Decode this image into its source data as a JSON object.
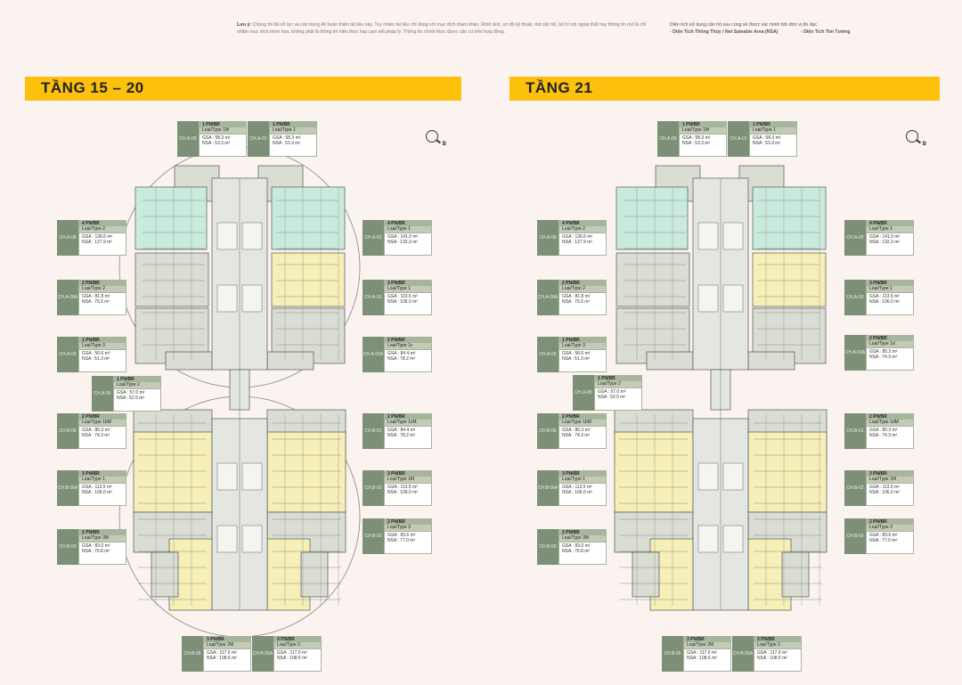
{
  "note": {
    "label": "Lưu ý:",
    "text": "Chúng tôi đã nỗ lực và cẩn trọng để hoàn thiện tài liệu này. Tuy nhiên tài liệu chỉ dùng với mục đích tham khảo. Minh ảnh, sơ đồ kỹ thuật, mã căn hộ, bố trí nội ngoại thất hay thông tin mô tả chỉ nhằm mục đích minh họa, không phải là thông tin hiển thực hay cam kết pháp lý. Thông tin chính thức được căn cứ trên hợp đồng."
  },
  "area_note": {
    "line1": "Diện tích sử dụng căn hộ sau cùng sẽ được xác minh bởi đơn vị đo đạc.",
    "line2": "- Diện Tích Thông Thủy / Net Saleable Area (NSA)",
    "line3": "- Diện Tích Tim Tường"
  },
  "left_floor": {
    "title": "TẦNG 15 – 20",
    "compass_label": "B",
    "cards": [
      {
        "code": "CH.A-09",
        "br": "1 PN/BR",
        "type": "Loại/Type 1M",
        "gsa": "GSA : 58.3 m²",
        "nsa": "NSA : 53.3 m²"
      },
      {
        "code": "CH.A-01",
        "br": "1 PN/BR",
        "type": "Loại/Type 1",
        "gsa": "GSA : 58.3 m²",
        "nsa": "NSA : 53.3 m²"
      },
      {
        "code": "CH.A-08",
        "br": "4 PN/BR",
        "type": "Loại/Type 2",
        "gsa": "GSA : 136.6 m²",
        "nsa": "NSA : 127.9 m²"
      },
      {
        "code": "CH.A-02",
        "br": "4 PN/BR",
        "type": "Loại/Type 1",
        "gsa": "GSA : 141.0 m²",
        "nsa": "NSA : 132.3 m²"
      },
      {
        "code": "CH.A-08A",
        "br": "2 PN/BR",
        "type": "Loại/Type 2",
        "gsa": "GSA : 81.8 m²",
        "nsa": "NSA : 75.5 m²"
      },
      {
        "code": "CH.A-03",
        "br": "3 PN/BR",
        "type": "Loại/Type 1",
        "gsa": "GSA : 113.5 m²",
        "nsa": "NSA : 106.0 m²"
      },
      {
        "code": "CH.A-06",
        "br": "1 PN/BR",
        "type": "Loại/Type 3",
        "gsa": "GSA : 56.6 m²",
        "nsa": "NSA : 51.3 m²"
      },
      {
        "code": "CH.A-03A",
        "br": "2 PN/BR",
        "type": "Loại/Type 1c",
        "gsa": "GSA : 84.4 m²",
        "nsa": "NSA : 78.2 m²"
      },
      {
        "code": "CH.A-05",
        "br": "1 PN/BR",
        "type": "Loại/Type 2",
        "gsa": "GSA : 57.0 m²",
        "nsa": "NSA : 52.5 m²"
      },
      {
        "code": "CH.B-06",
        "br": "2 PN/BR",
        "type": "Loại/Type 1bM",
        "gsa": "GSA : 80.3 m²",
        "nsa": "NSA : 74.3 m²"
      },
      {
        "code": "CH.B-01",
        "br": "2 PN/BR",
        "type": "Loại/Type 1cM",
        "gsa": "GSA : 84.4 m²",
        "nsa": "NSA : 78.2 m²"
      },
      {
        "code": "CH.B-06A",
        "br": "3 PN/BR",
        "type": "Loại/Type 1",
        "gsa": "GSA : 113.5 m²",
        "nsa": "NSA : 106.0 m²"
      },
      {
        "code": "CH.B-02",
        "br": "3 PN/BR",
        "type": "Loại/Type 1M",
        "gsa": "GSA : 113.5 m²",
        "nsa": "NSA : 106.0 m²"
      },
      {
        "code": "CH.B-05",
        "br": "2 PN/BR",
        "type": "Loại/Type 3M",
        "gsa": "GSA : 83.0 m²",
        "nsa": "NSA : 76.8 m²"
      },
      {
        "code": "CH.B-03",
        "br": "2 PN/BR",
        "type": "Loại/Type 3",
        "gsa": "GSA : 83.6 m²",
        "nsa": "NSA : 77.0 m²"
      },
      {
        "code": "CH.B-05",
        "br": "3 PN/BR",
        "type": "Loại/Type 2M",
        "gsa": "GSA : 117.0 m²",
        "nsa": "NSA : 108.5 m²"
      },
      {
        "code": "CH.B-05A",
        "br": "3 PN/BR",
        "type": "Loại/Type 2",
        "gsa": "GSA : 117.0 m²",
        "nsa": "NSA : 108.5 m²"
      }
    ]
  },
  "right_floor": {
    "title": "TẦNG 21",
    "compass_label": "B",
    "cards": [
      {
        "code": "CH.A-09",
        "br": "1 PN/BR",
        "type": "Loại/Type 1M",
        "gsa": "GSA : 58.3 m²",
        "nsa": "NSA : 53.3 m²"
      },
      {
        "code": "CH.A-01",
        "br": "1 PN/BR",
        "type": "Loại/Type 1",
        "gsa": "GSA : 58.3 m²",
        "nsa": "NSA : 53.3 m²"
      },
      {
        "code": "CH.A-08",
        "br": "4 PN/BR",
        "type": "Loại/Type 2",
        "gsa": "GSA : 136.6 m²",
        "nsa": "NSA : 127.9 m²"
      },
      {
        "code": "CH.A-02",
        "br": "4 PN/BR",
        "type": "Loại/Type 1",
        "gsa": "GSA : 141.0 m²",
        "nsa": "NSA : 132.3 m²"
      },
      {
        "code": "CH.A-08A",
        "br": "2 PN/BR",
        "type": "Loại/Type 2",
        "gsa": "GSA : 81.8 m²",
        "nsa": "NSA : 75.5 m²"
      },
      {
        "code": "CH.A-03",
        "br": "3 PN/BR",
        "type": "Loại/Type 1",
        "gsa": "GSA : 113.5 m²",
        "nsa": "NSA : 106.0 m²"
      },
      {
        "code": "CH.A-06",
        "br": "1 PN/BR",
        "type": "Loại/Type 3",
        "gsa": "GSA : 56.6 m²",
        "nsa": "NSA : 51.3 m²"
      },
      {
        "code": "CH.A-03A",
        "br": "2 PN/BR",
        "type": "Loại/Type 1d",
        "gsa": "GSA : 80.3 m²",
        "nsa": "NSA : 74.3 m²"
      },
      {
        "code": "CH.A-05",
        "br": "1 PN/BR",
        "type": "Loại/Type 2",
        "gsa": "GSA : 57.0 m²",
        "nsa": "NSA : 52.5 m²"
      },
      {
        "code": "CH.B-06",
        "br": "2 PN/BR",
        "type": "Loại/Type 1bM",
        "gsa": "GSA : 80.3 m²",
        "nsa": "NSA : 74.3 m²"
      },
      {
        "code": "CH.B-01",
        "br": "2 PN/BR",
        "type": "Loại/Type 1dM",
        "gsa": "GSA : 80.3 m²",
        "nsa": "NSA : 74.3 m²"
      },
      {
        "code": "CH.B-06A",
        "br": "3 PN/BR",
        "type": "Loại/Type 1",
        "gsa": "GSA : 113.5 m²",
        "nsa": "NSA : 106.0 m²"
      },
      {
        "code": "CH.B-02",
        "br": "3 PN/BR",
        "type": "Loại/Type 1M",
        "gsa": "GSA : 113.5 m²",
        "nsa": "NSA : 106.0 m²"
      },
      {
        "code": "CH.B-06",
        "br": "2 PN/BR",
        "type": "Loại/Type 3M",
        "gsa": "GSA : 83.0 m²",
        "nsa": "NSA : 76.8 m²"
      },
      {
        "code": "CH.B-03",
        "br": "2 PN/BR",
        "type": "Loại/Type 3",
        "gsa": "GSA : 83.6 m²",
        "nsa": "NSA : 77.0 m²"
      },
      {
        "code": "CH.B-05",
        "br": "3 PN/BR",
        "type": "Loại/Type 2M",
        "gsa": "GSA : 117.0 m²",
        "nsa": "NSA : 108.5 m²"
      },
      {
        "code": "CH.B-05A",
        "br": "3 PN/BR",
        "type": "Loại/Type 2",
        "gsa": "GSA : 117.0 m²",
        "nsa": "NSA : 108.5 m²"
      }
    ]
  },
  "colors": {
    "banner": "#fbc10d",
    "card_code_bg": "#7e8f77",
    "unit_green": "#c9ebdd",
    "unit_yellow": "#f6efb8",
    "unit_grey": "#d9ddd2",
    "page_bg": "#fbf3ef"
  }
}
